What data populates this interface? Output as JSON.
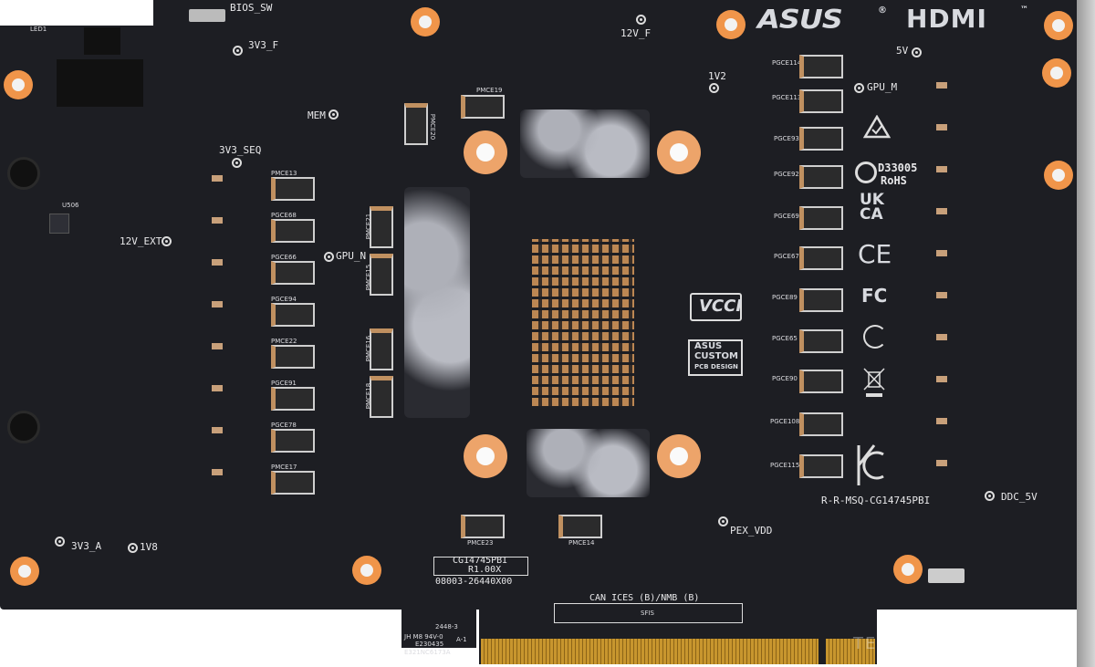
{
  "labels": {
    "bios_sw": "BIOS_SW",
    "led1": "LED1",
    "v3v3_f": "3V3_F",
    "v12v_f": "12V_F",
    "v1v2": "1V2",
    "gpu_m": "GPU_M",
    "v5v": "5V",
    "mem": "MEM",
    "v3v3_seq": "3V3_SEQ",
    "u506": "U506",
    "v12v_ext": "12V_EXT",
    "gpu_n": "GPU_N",
    "v3v3_a": "3V3_A",
    "v1v8": "1V8",
    "pex_vdd": "PEX_VDD",
    "ddc_5v": "DDC_5V",
    "cert_id": "R-R-MSQ-CG14745PBI",
    "rohs_code": "D33005",
    "rohs": "RoHS",
    "board_model": "CG14745PBI",
    "board_rev": "R1.00X",
    "part_no": "08003-26440X00",
    "can_ices": "CAN ICES (B)/NMB (B)",
    "sfis": "SFIS",
    "fab_1": "2448-3",
    "fab_2": "JH M8 94V-0",
    "fab_3": "E230435",
    "fab_4": "A-1",
    "fab_5": "E321NC6173A"
  },
  "logos": {
    "asus": "ASUS",
    "registered": "®",
    "hdmi": "HDMI",
    "tm": "™",
    "ukca_1": "UK",
    "ukca_2": "CA",
    "ce": "CE",
    "fcc": "FC",
    "vcci": "VCCI",
    "custom_1": "ASUS",
    "custom_2": "CUSTOM",
    "custom_3": "PCB DESIGN",
    "watermark": "TECHPOWERUP"
  },
  "caps_left": [
    "PMCE13",
    "PGCE68",
    "PGCE66",
    "PGCE94",
    "PMCE22",
    "PGCE91",
    "PGCE78",
    "PMCE17"
  ],
  "caps_vertical": [
    "PMCE21",
    "PMCE15",
    "PMCE16",
    "PMCE18",
    "PMCE20"
  ],
  "caps_misc": [
    "PMCE19",
    "PMCE23",
    "PMCE14"
  ],
  "caps_right": [
    "PGCE114",
    "PGCE113",
    "PGCE93",
    "PGCE92",
    "PGCE69",
    "PGCE67",
    "PGCE89",
    "PGCE65",
    "PGCE90",
    "PGCE108",
    "PGCE115"
  ],
  "colors": {
    "pcb": "#1d1e23",
    "silkscreen": "#e8e8ea",
    "mount_ring": "#f0954a",
    "gold_finger": "#c8962e"
  }
}
